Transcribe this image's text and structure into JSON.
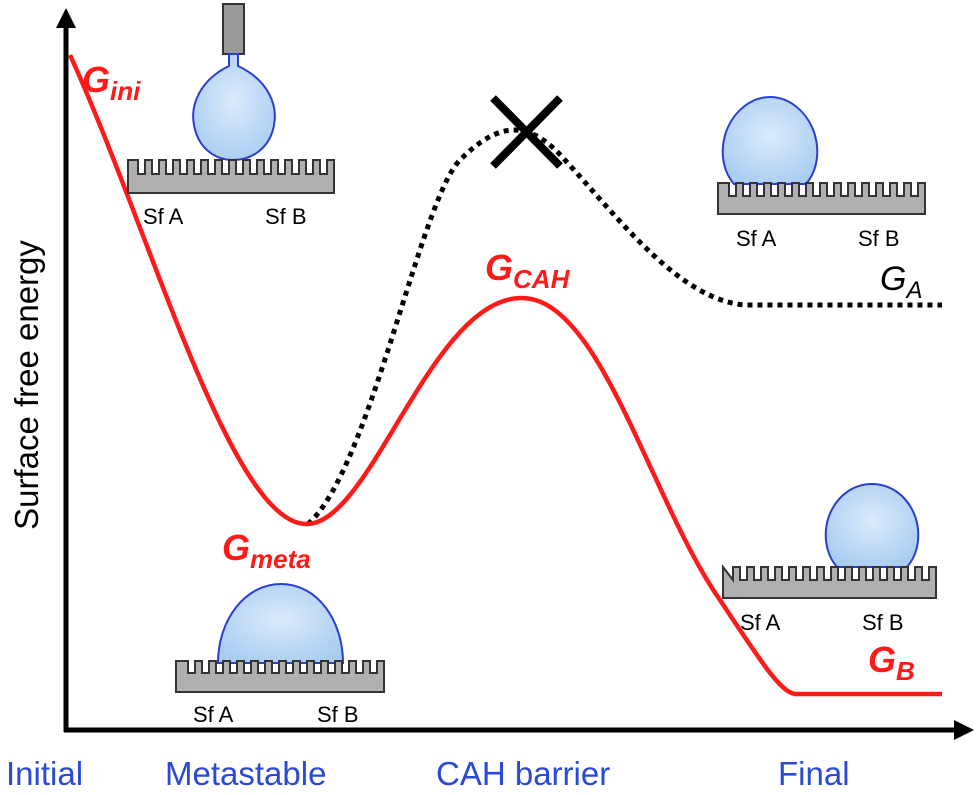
{
  "axes": {
    "y_label": "Surface free energy",
    "x_labels": [
      "Initial",
      "Metastable",
      "CAH barrier",
      "Final"
    ]
  },
  "energy_labels": {
    "g_ini": {
      "main": "G",
      "sub": "ini"
    },
    "g_meta": {
      "main": "G",
      "sub": "meta"
    },
    "g_cah": {
      "main": "G",
      "sub": "CAH"
    },
    "g_b": {
      "main": "G",
      "sub": "B"
    },
    "g_a": {
      "main": "G",
      "sub": "A"
    }
  },
  "surface_labels": {
    "a": "Sf A",
    "b": "Sf B"
  },
  "colors": {
    "red_curve": "#ff1a1a",
    "axis_text": "#2a49d8",
    "droplet_fill": "#a9cdf2",
    "droplet_stroke": "#2a3fd0",
    "substrate": "#b0b0b0"
  }
}
